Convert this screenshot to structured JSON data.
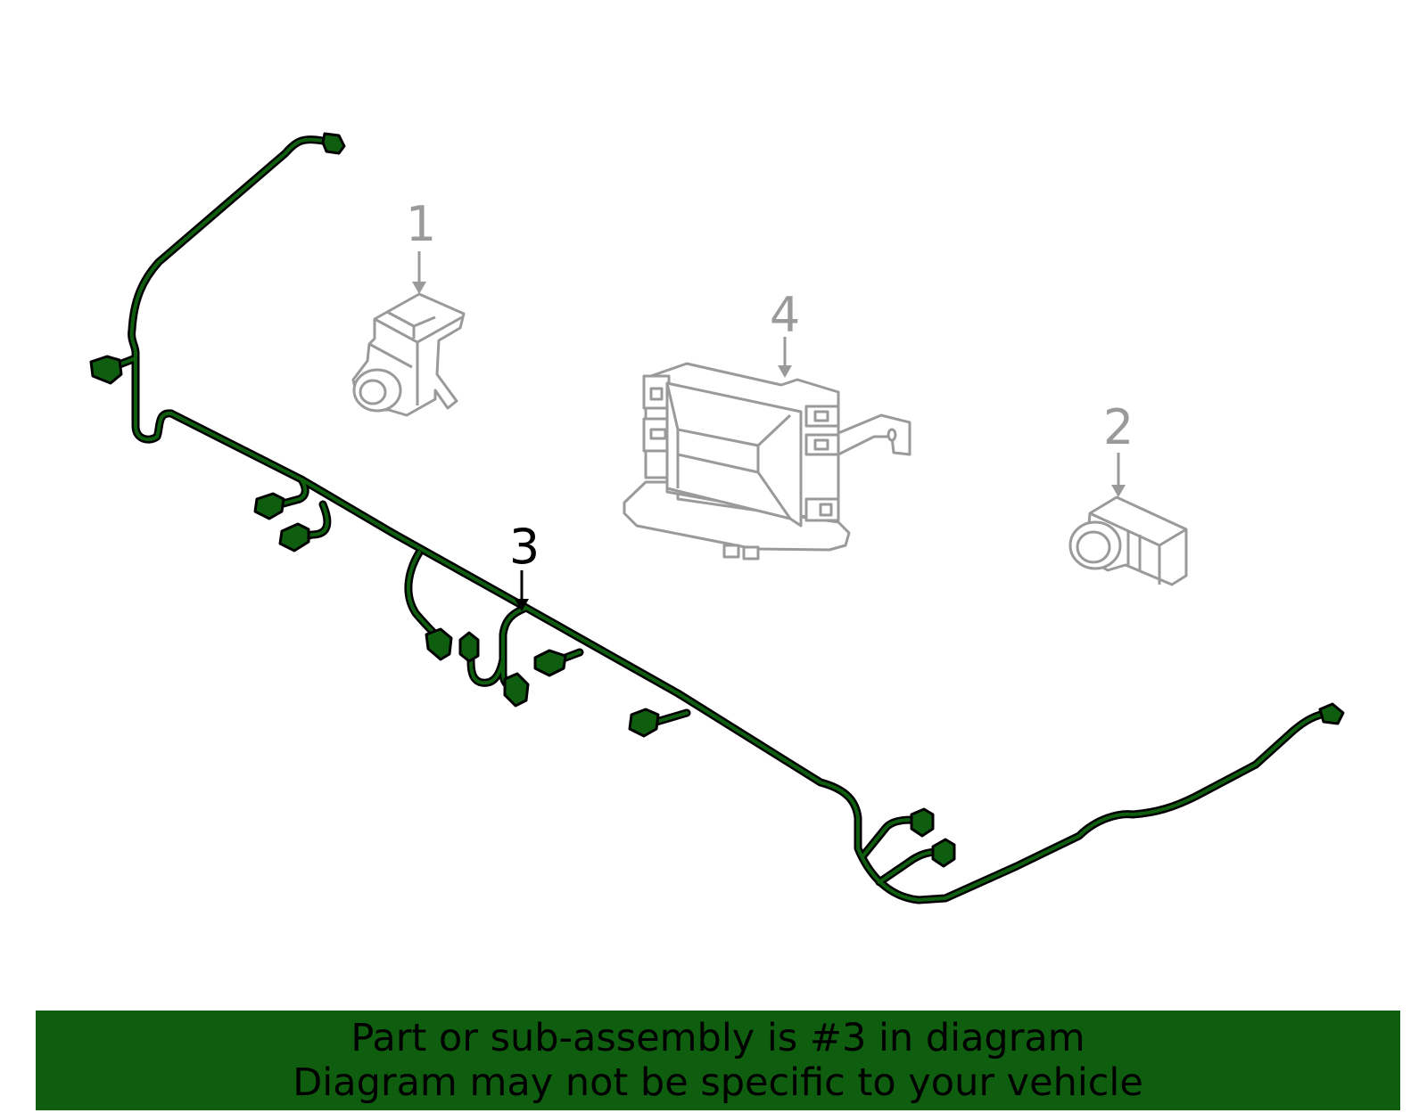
{
  "colors": {
    "highlight": "#0f5e0f",
    "harness_outline": "#000000",
    "ghost_part": "#9a9a9a",
    "banner_bg": "#0f5e0f",
    "banner_text": "#000000"
  },
  "callouts": [
    {
      "id": "1",
      "label": "1",
      "highlighted": false
    },
    {
      "id": "2",
      "label": "2",
      "highlighted": false
    },
    {
      "id": "3",
      "label": "3",
      "highlighted": true
    },
    {
      "id": "4",
      "label": "4",
      "highlighted": false
    }
  ],
  "banner": {
    "line1": "Part or sub-assembly is #3 in diagram",
    "line2": "Diagram may not be specific to your vehicle"
  }
}
